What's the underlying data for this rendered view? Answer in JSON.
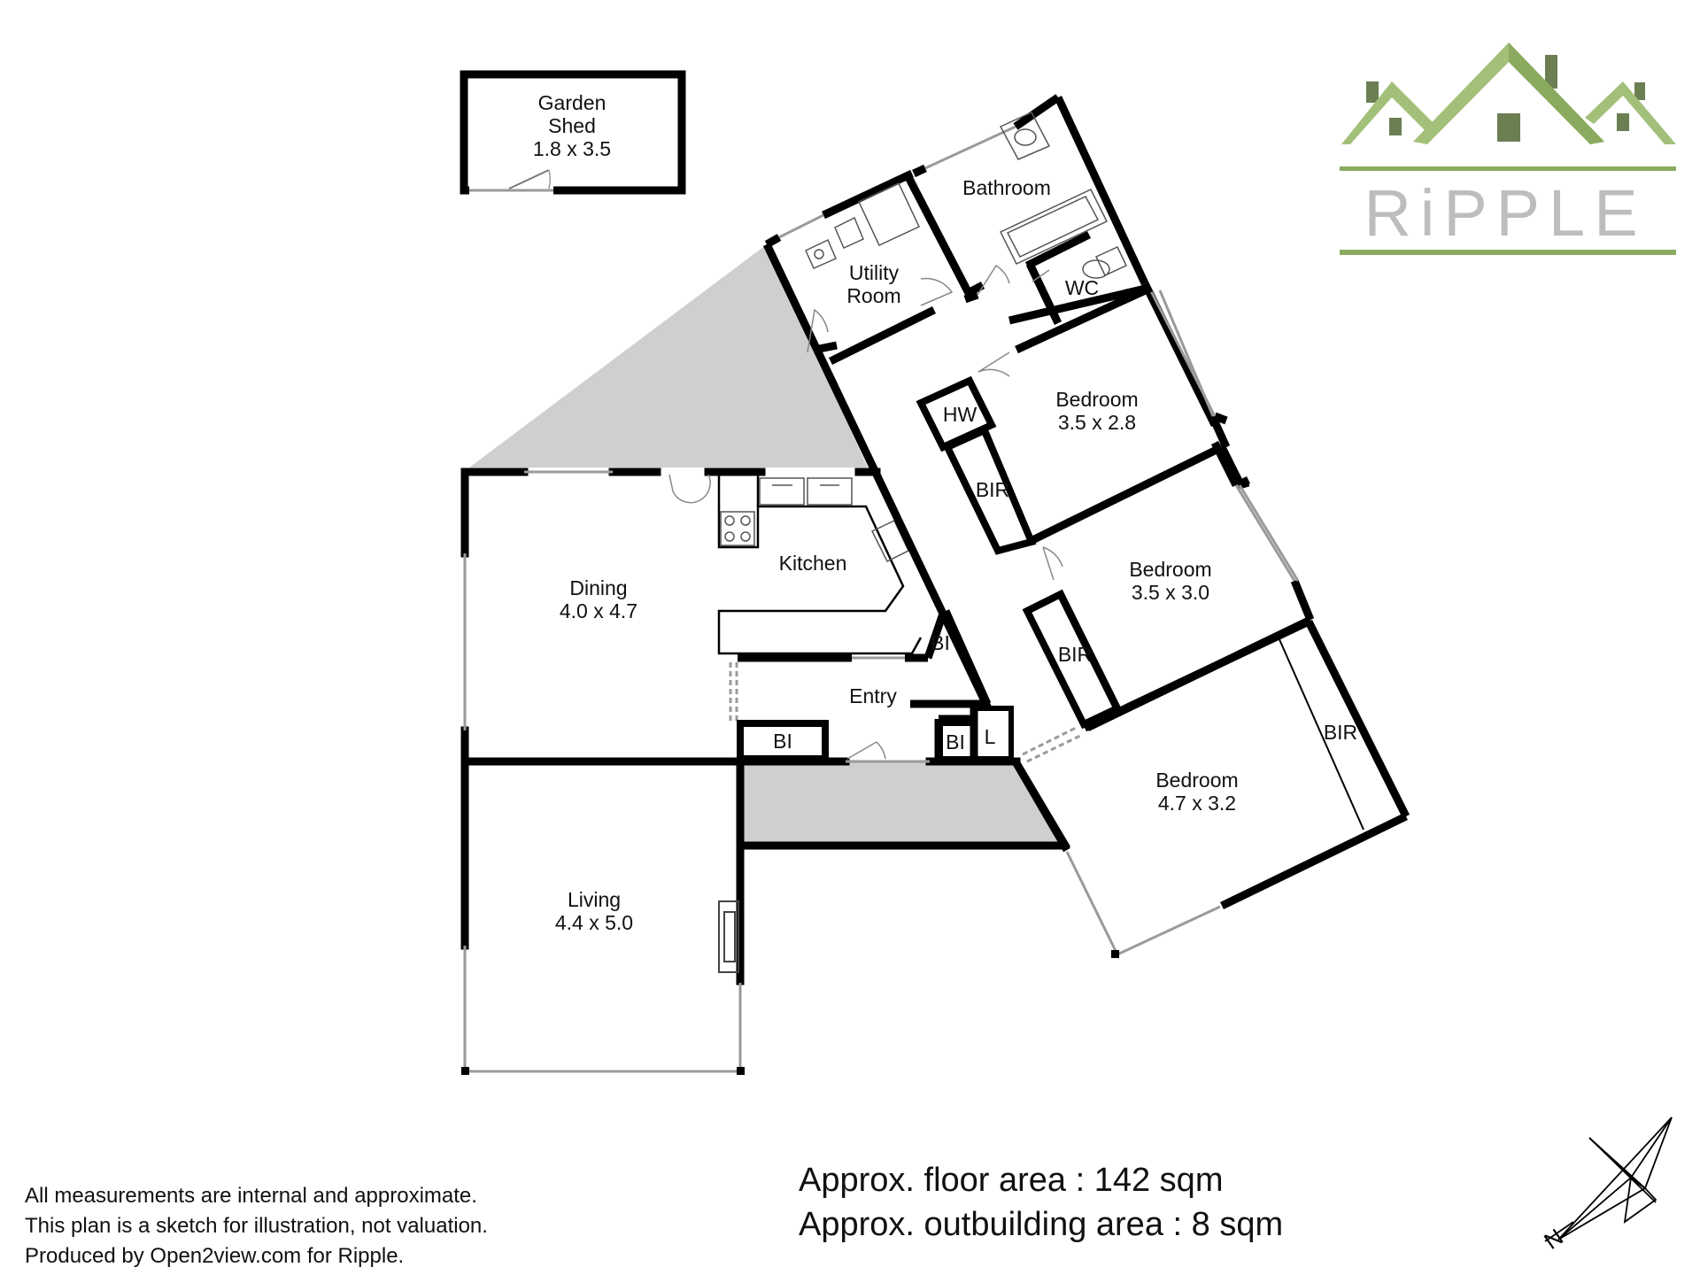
{
  "rooms": {
    "garden_shed": {
      "name_line1": "Garden",
      "name_line2": "Shed",
      "dims": "1.8 x 3.5"
    },
    "bathroom": {
      "name": "Bathroom"
    },
    "utility": {
      "name_line1": "Utility",
      "name_line2": "Room"
    },
    "wc": {
      "name": "WC"
    },
    "bedroom1": {
      "name": "Bedroom",
      "dims": "3.5 x 2.8"
    },
    "bedroom2": {
      "name": "Bedroom",
      "dims": "3.5 x 3.0"
    },
    "bedroom3": {
      "name": "Bedroom",
      "dims": "4.7 x 3.2"
    },
    "kitchen": {
      "name": "Kitchen"
    },
    "dining": {
      "name": "Dining",
      "dims": "4.0 x 4.7"
    },
    "entry": {
      "name": "Entry"
    },
    "living": {
      "name": "Living",
      "dims": "4.4 x 5.0"
    }
  },
  "cupboards": {
    "hw": "HW",
    "bir1": "BIR",
    "bir2": "BIR",
    "bir3": "BIR",
    "bi_entry_left": "BI",
    "bi_entry_right": "BI",
    "bi_hall": "BI",
    "linen": "L"
  },
  "logo": {
    "text": "RiPPLE",
    "house_color": "#a3c07a",
    "dark_color": "#6b7f52",
    "text_color": "#bdbdbd"
  },
  "compass": {
    "label": "N"
  },
  "areas": {
    "floor": "Approx. floor area : 142 sqm",
    "outbuilding": "Approx. outbuilding area : 8 sqm"
  },
  "disclaimer": {
    "line1": "All measurements are internal and approximate.",
    "line2": "This plan is a sketch for illustration, not valuation.",
    "line3": "Produced by Open2view.com for Ripple."
  },
  "colors": {
    "wall": "#000000",
    "outdoor": "#cfcfcf",
    "window": "#9a9a9a"
  }
}
